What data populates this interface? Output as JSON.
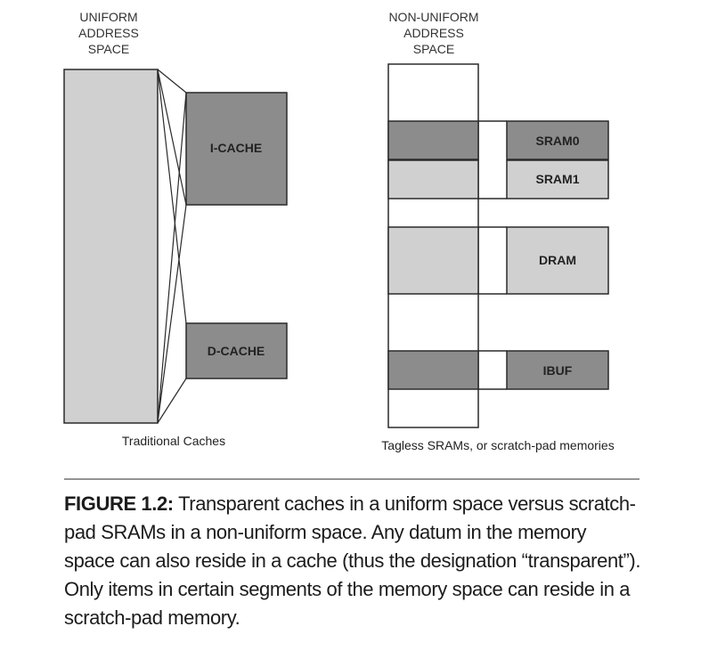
{
  "left_panel": {
    "title_lines": [
      "UNIFORM",
      "ADDRESS",
      "SPACE"
    ],
    "caches": {
      "icache": "I-CACHE",
      "dcache": "D-CACHE"
    },
    "caption": "Traditional Caches"
  },
  "right_panel": {
    "title_lines": [
      "NON-UNIFORM",
      "ADDRESS",
      "SPACE"
    ],
    "memories": {
      "sram0": "SRAM0",
      "sram1": "SRAM1",
      "dram": "DRAM",
      "ibuf": "IBUF"
    },
    "caption": "Tagless SRAMs, or scratch-pad memories"
  },
  "figure": {
    "label": "FIGURE 1.2:",
    "text": "Transparent caches in a uniform space versus scratch-pad SRAMs in a non-uniform space. Any datum in the memory space can also reside in a cache (thus the designation “transparent”). Only items in certain segments of the memory space can reside in a scratch-pad memory."
  },
  "colors": {
    "light_gray": "#d0d0d0",
    "dark_gray": "#8c8c8c",
    "outline": "#2a2a2a"
  }
}
